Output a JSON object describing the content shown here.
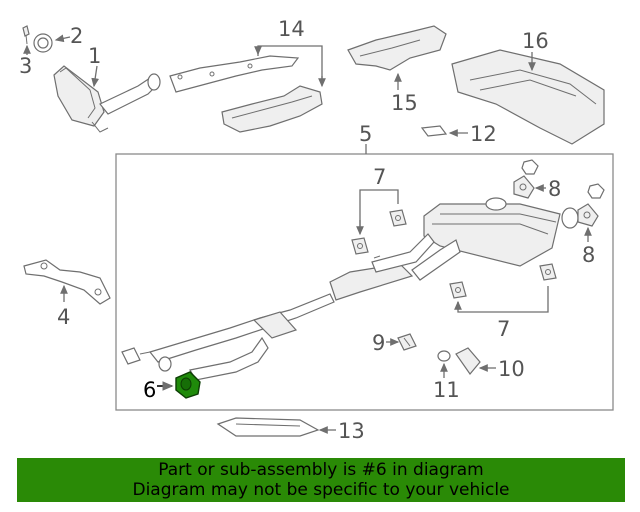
{
  "callouts": {
    "c1": "1",
    "c2": "2",
    "c3": "3",
    "c4": "4",
    "c5": "5",
    "c6": "6",
    "c7a": "7",
    "c7b": "7",
    "c8a": "8",
    "c8b": "8",
    "c9": "9",
    "c10": "10",
    "c11": "11",
    "c12": "12",
    "c13": "13",
    "c14": "14",
    "c15": "15",
    "c16": "16"
  },
  "highlight": {
    "part": "6",
    "color": "#1f8a0a"
  },
  "banner": {
    "line1": "Part or sub-assembly is #6 in diagram",
    "line2": "Diagram may not be specific to your vehicle",
    "background": "#2a8a06"
  }
}
